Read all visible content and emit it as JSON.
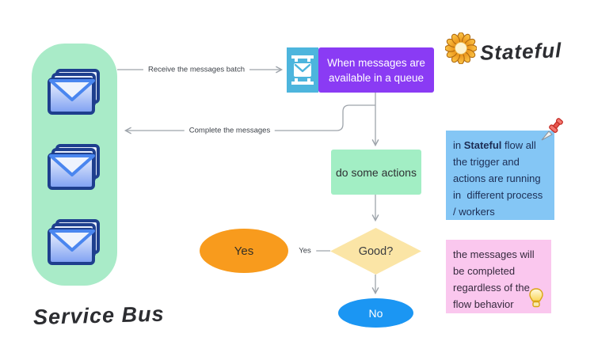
{
  "service_bus": {
    "label": "Service Bus",
    "container_color": "#a9ebc8",
    "mail_stack_count": 3
  },
  "trigger": {
    "icon": "service-bus-trigger-icon",
    "icon_bg": "#4db5dd",
    "box_color": "#8a3bf4",
    "text": "When messages are\navailable in a queue"
  },
  "connectors": {
    "receive_label": "Receive the messages batch",
    "complete_label": "Complete the messages",
    "yes_label": "Yes",
    "line_color": "#9ea4ab"
  },
  "action": {
    "text": "do some actions",
    "color": "#a2eec4"
  },
  "decision": {
    "text": "Good?",
    "color": "#fbe5a6"
  },
  "yes_node": {
    "text": "Yes",
    "color": "#f89b1d"
  },
  "no_node": {
    "text": "No",
    "color": "#1b96f3"
  },
  "logo": {
    "text": "Stateful",
    "icon": "flower-icon"
  },
  "blue_note": {
    "color": "#84c6f5",
    "line1_prefix": "in ",
    "line1_bold": "Stateful",
    "line1_suffix": " flow all",
    "lines": [
      "the trigger and",
      "actions are running",
      "in  different process",
      "/ workers"
    ],
    "icon": "pushpin-icon"
  },
  "pink_note": {
    "color": "#fac7ee",
    "lines": [
      "the messages will",
      "be completed",
      "regardless of the",
      "flow behavior"
    ],
    "icon": "lightbulb-icon"
  }
}
